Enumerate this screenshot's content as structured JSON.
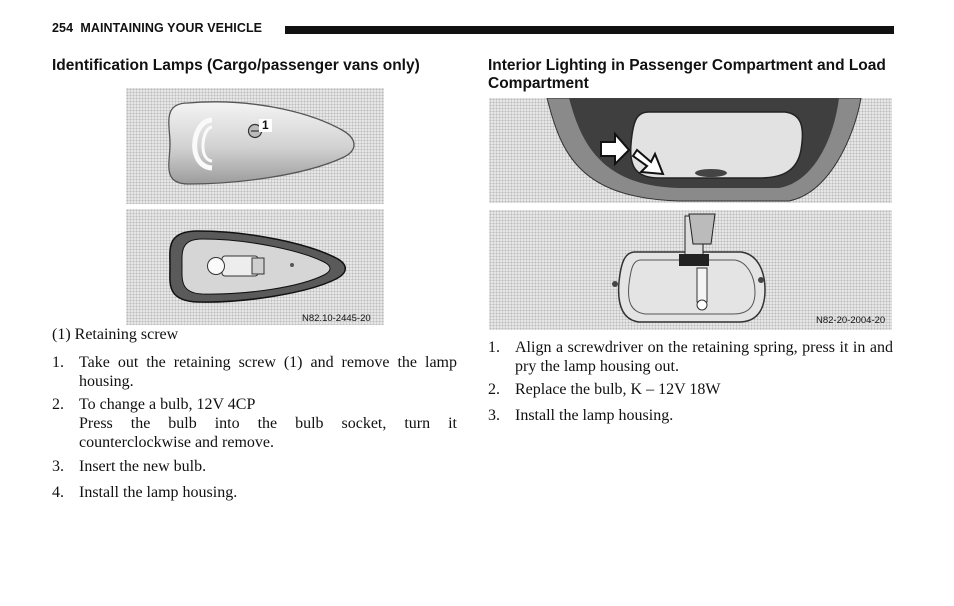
{
  "header": {
    "page_number": "254",
    "section": "MAINTAINING YOUR VEHICLE"
  },
  "left": {
    "title": "Identification Lamps (Cargo/passenger vans only)",
    "figure": {
      "callout": "1",
      "code": "N82.10-2445-20"
    },
    "caption": "(1)  Retaining screw",
    "steps": [
      {
        "num": "1.",
        "text": "Take out the retaining screw (1) and remove the lamp housing."
      },
      {
        "num": "2.",
        "text": "To change a bulb, 12V 4CP",
        "extra": "Press the bulb into the bulb socket, turn it counterclockwise and remove."
      },
      {
        "num": "3.",
        "text": "Insert the new bulb."
      },
      {
        "num": "4.",
        "text": "Install the lamp housing."
      }
    ]
  },
  "right": {
    "title": "Interior Lighting in Passenger Compartment and Load Compartment",
    "figure": {
      "code": "N82-20-2004-20"
    },
    "steps": [
      {
        "num": "1.",
        "text": "Align a screwdriver on the retaining spring, press it in and pry the lamp housing out."
      },
      {
        "num": "2.",
        "text": "Replace the bulb, K – 12V 18W"
      },
      {
        "num": "3.",
        "text": "Install the lamp housing."
      }
    ]
  }
}
